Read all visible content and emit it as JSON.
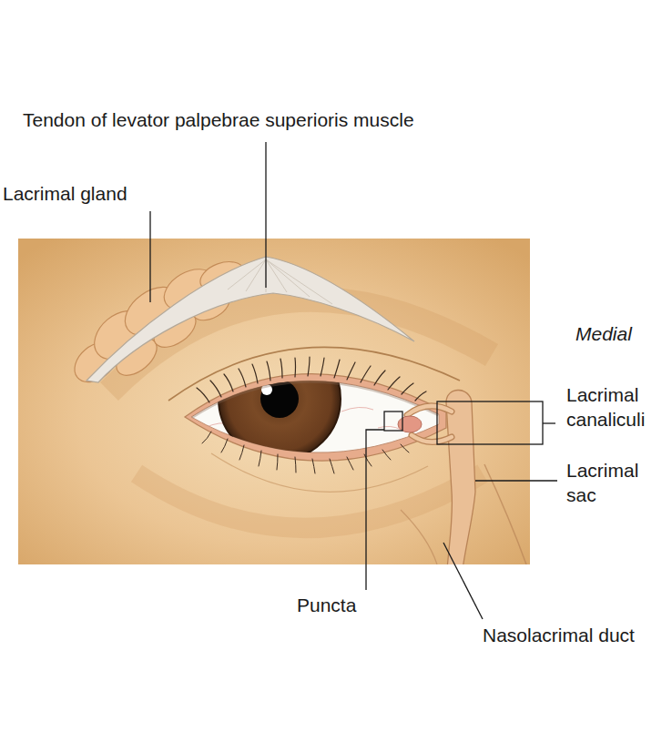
{
  "diagram": {
    "labels": [
      "Tendon of levator palpebrae superioris muscle",
      "Lacrimal gland",
      "Medial",
      "Lacrimal canaliculi",
      "Lacrimal sac",
      "Puncta",
      "Nasolacrimal duct"
    ]
  }
}
